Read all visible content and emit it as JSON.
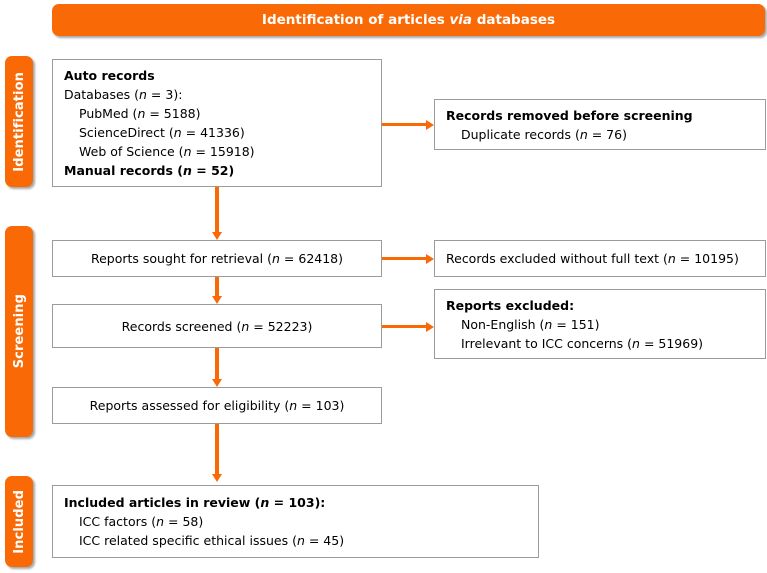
{
  "diagram": {
    "type": "prisma-flow-diagram",
    "accent_color": "#f96a06",
    "box_border_color": "#9b9b9b",
    "background_color": "#ffffff",
    "banner_title_parts": {
      "before": "Identification of articles ",
      "italic": "via",
      "after": " databases"
    },
    "banner_title": "Identification of articles via databases"
  },
  "stages": [
    {
      "id": "identification",
      "label": "Identification"
    },
    {
      "id": "screening",
      "label": "Screening"
    },
    {
      "id": "included",
      "label": "Included"
    }
  ],
  "nodes": {
    "auto_records": {
      "name": "auto-records-box",
      "lines": [
        {
          "text": "Auto records",
          "bold": true,
          "indent": false
        },
        {
          "text": "Databases (n = 3):",
          "bold": false,
          "indent": false,
          "italic_n": true
        },
        {
          "text": "PubMed (n = 5188)",
          "bold": false,
          "indent": true,
          "italic_n": true
        },
        {
          "text": "ScienceDirect (n = 41336)",
          "bold": false,
          "indent": true,
          "italic_n": true
        },
        {
          "text": "Web of Science (n = 15918)",
          "bold": false,
          "indent": true,
          "italic_n": true
        },
        {
          "text": "Manual records (n = 52)",
          "bold": true,
          "indent": false,
          "italic_n": true
        }
      ]
    },
    "records_removed": {
      "name": "records-removed-box",
      "lines": [
        {
          "text": "Records removed before screening",
          "bold": true,
          "indent": false
        },
        {
          "text": "Duplicate records (n = 76)",
          "bold": false,
          "indent": true,
          "italic_n": true
        }
      ]
    },
    "reports_sought": {
      "name": "reports-sought-box",
      "bold_text": "Reports sought for retrieval",
      "tail_text": " (n = 62418)"
    },
    "records_excluded_nofulltext": {
      "name": "records-excluded-no-full-text-box",
      "bold_text": "Records excluded without full text",
      "tail_text": " (n = 10195)"
    },
    "records_screened": {
      "name": "records-screened-box",
      "bold_text": "Records screened",
      "tail_text": " (n = 52223)"
    },
    "reports_excluded": {
      "name": "reports-excluded-box",
      "lines": [
        {
          "text": "Reports excluded:",
          "bold": true,
          "indent": false
        },
        {
          "text": "Non-English (n = 151)",
          "bold": false,
          "indent": true,
          "italic_n": true
        },
        {
          "text": "Irrelevant to ICC concerns (n = 51969)",
          "bold": false,
          "indent": true,
          "italic_n": true
        }
      ]
    },
    "reports_assessed": {
      "name": "reports-assessed-box",
      "bold_text": "Reports assessed for eligibility",
      "tail_text": " (n = 103)"
    },
    "included_articles": {
      "name": "included-articles-box",
      "lines": [
        {
          "text": "Included articles in review (n = 103):",
          "bold": true,
          "indent": false,
          "italic_n": true
        },
        {
          "text": "ICC factors (n = 58)",
          "bold": false,
          "indent": true,
          "italic_n": true
        },
        {
          "text": "ICC related specific ethical issues (n = 45)",
          "bold": false,
          "indent": true,
          "italic_n": true
        }
      ]
    }
  },
  "chart_data": {
    "type": "diagram",
    "title": "Identification of articles via databases",
    "stages": [
      "Identification",
      "Screening",
      "Included"
    ],
    "flow": [
      {
        "step": "Auto records - Databases",
        "n": 3
      },
      {
        "step": "PubMed",
        "n": 5188
      },
      {
        "step": "ScienceDirect",
        "n": 41336
      },
      {
        "step": "Web of Science",
        "n": 15918
      },
      {
        "step": "Manual records",
        "n": 52
      },
      {
        "step": "Duplicate records removed before screening",
        "n": 76
      },
      {
        "step": "Reports sought for retrieval",
        "n": 62418
      },
      {
        "step": "Records excluded without full text",
        "n": 10195
      },
      {
        "step": "Records screened",
        "n": 52223
      },
      {
        "step": "Reports excluded: Non-English",
        "n": 151
      },
      {
        "step": "Reports excluded: Irrelevant to ICC concerns",
        "n": 51969
      },
      {
        "step": "Reports assessed for eligibility",
        "n": 103
      },
      {
        "step": "Included articles in review",
        "n": 103
      },
      {
        "step": "ICC factors",
        "n": 58
      },
      {
        "step": "ICC related specific ethical issues",
        "n": 45
      }
    ]
  }
}
